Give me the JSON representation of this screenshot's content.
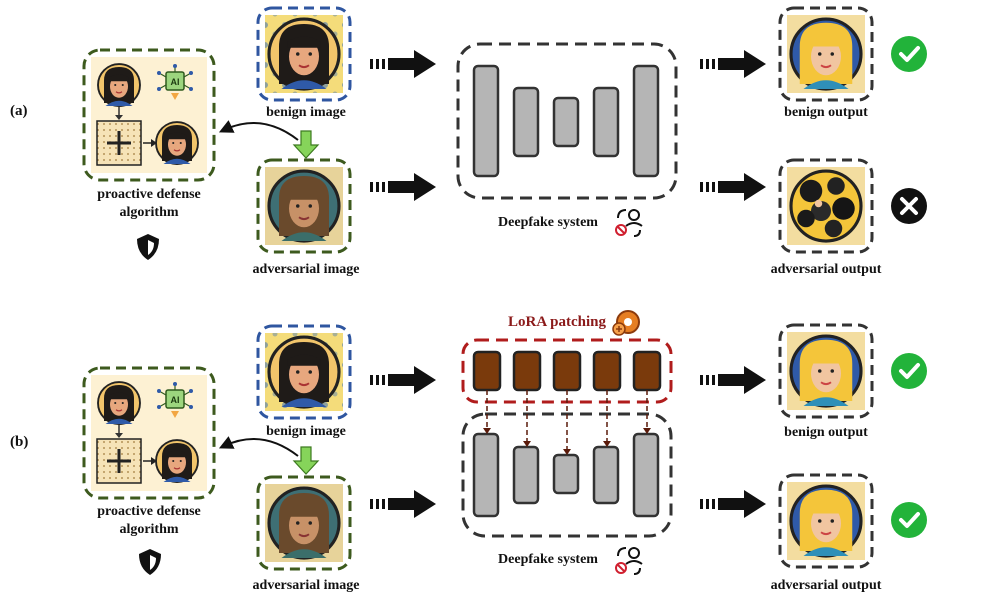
{
  "panels": [
    {
      "tag": "(a)",
      "defense_label_line1": "proactive defense",
      "defense_label_line2": "algorithm",
      "benign_image_label": "benign image",
      "adversarial_image_label": "adversarial image",
      "system_label": "Deepfake system",
      "benign_output_label": "benign output",
      "adversarial_output_label": "adversarial output",
      "benign_result": "check-icon",
      "adversarial_result": "cross-icon"
    },
    {
      "tag": "(b)",
      "patch_label": "LoRA patching",
      "defense_label_line1": "proactive defense",
      "defense_label_line2": "algorithm",
      "benign_image_label": "benign image",
      "adversarial_image_label": "adversarial image",
      "system_label": "Deepfake system",
      "benign_output_label": "benign output",
      "adversarial_output_label": "adversarial output",
      "benign_result": "check-icon",
      "adversarial_result": "check-icon"
    }
  ],
  "colors": {
    "defense_border": "#3d5a1e",
    "benign_border": "#2f56a0",
    "system_border": "#333333",
    "lora_border": "#b01c1c",
    "lora_block": "#7a3a0c",
    "system_block": "#b5b5b5",
    "check_green": "#22b33a",
    "cross_black": "#111111",
    "down_arrow": "#86d45a"
  }
}
